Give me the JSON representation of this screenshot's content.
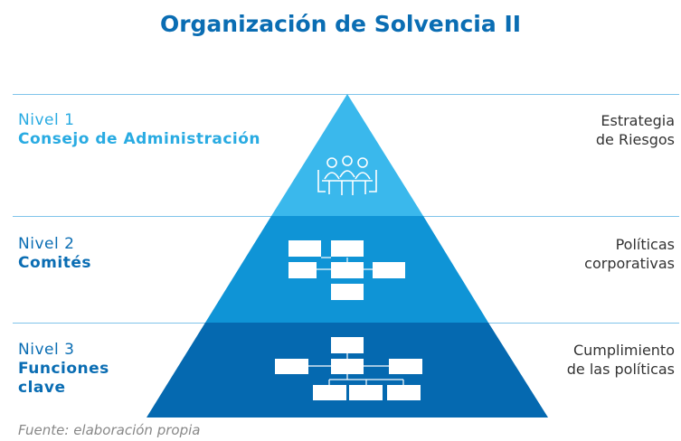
{
  "title": "Organización de Solvencia II",
  "levels": [
    {
      "number": "Nivel 1",
      "name": "Consejo de Administración",
      "right_line1": "Estrategia",
      "right_line2": "de Riesgos"
    },
    {
      "number": "Nivel 2",
      "name": "Comités",
      "right_line1": "Políticas",
      "right_line2": "corporativas"
    },
    {
      "number": "Nivel 3",
      "name_line1": "Funciones",
      "name_line2": "clave",
      "right_line1": "Cumplimiento",
      "right_line2": "de las políticas"
    }
  ],
  "source": "Fuente: elaboración propia",
  "colors": {
    "title": "#0a6db3",
    "tier1": "#3ab8ec",
    "tier2": "#0f94d6",
    "tier3": "#0569b0",
    "lines": "#7fc4ea"
  },
  "icons": {
    "tier1": "meeting-people-icon",
    "tier2": "org-chart-icon",
    "tier3": "org-chart-icon"
  }
}
